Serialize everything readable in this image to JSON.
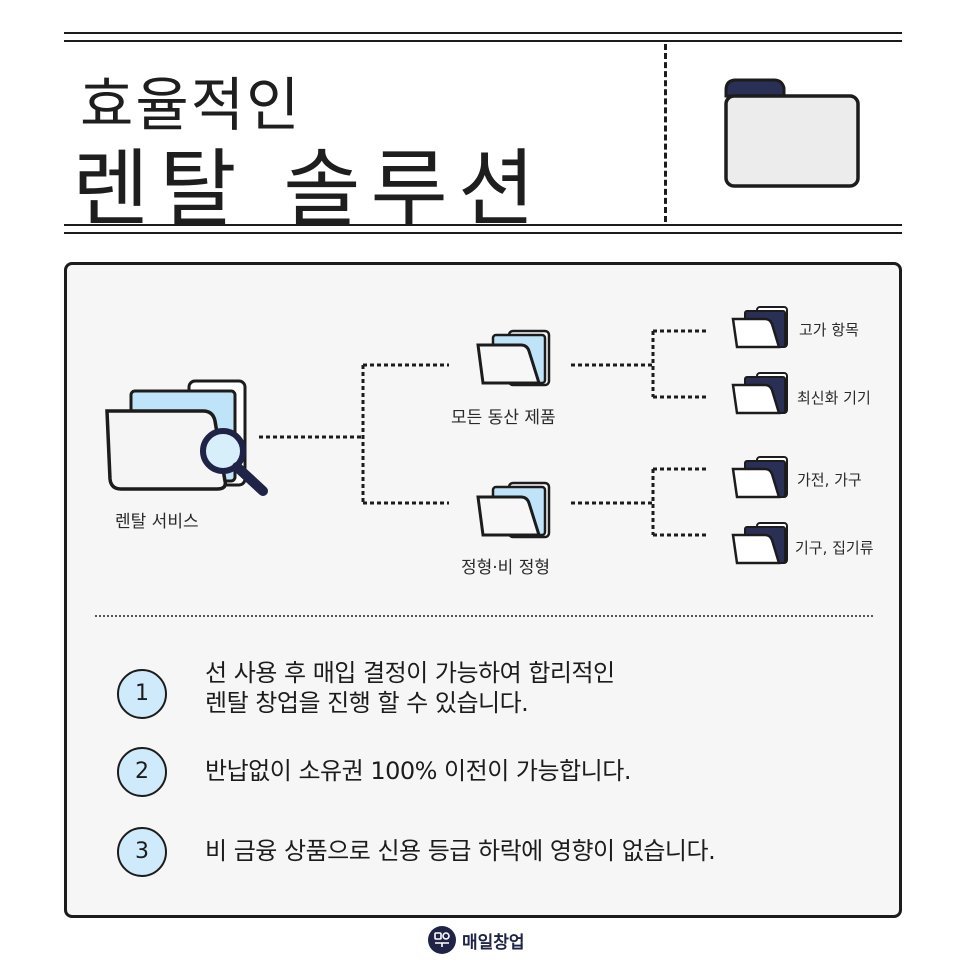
{
  "header": {
    "title_line1": "효율적인",
    "title_line2": "렌탈 솔루션"
  },
  "tree": {
    "root": {
      "label": "렌탈 서비스",
      "icon": "folder-search-icon"
    },
    "branches": [
      {
        "label": "모든 동산 제품",
        "icon": "folder-open-icon",
        "leaves": [
          "고가 항목",
          "최신화 기기"
        ]
      },
      {
        "label": "정형·비 정형",
        "icon": "folder-open-icon",
        "leaves": [
          "가전, 가구",
          "기구, 집기류"
        ]
      }
    ]
  },
  "benefits": [
    {
      "number": "1",
      "line1": "선 사용 후 매입 결정이 가능하여 합리적인",
      "line2": "렌탈 창업을 진행 할 수 있습니다."
    },
    {
      "number": "2",
      "line1": "반납없이 소유권 100% 이전이 가능합니다.",
      "line2": ""
    },
    {
      "number": "3",
      "line1": "비 금융 상품으로 신용 등급 하락에 영향이 없습니다.",
      "line2": ""
    }
  ],
  "footer": {
    "brand": "매일창업",
    "logo_icon": "brand-logo-icon"
  },
  "colors": {
    "dark": "#1c1c1c",
    "navy": "#1f2447",
    "light_blue": "#cfeafb",
    "panel_bg": "#f6f6f6"
  }
}
